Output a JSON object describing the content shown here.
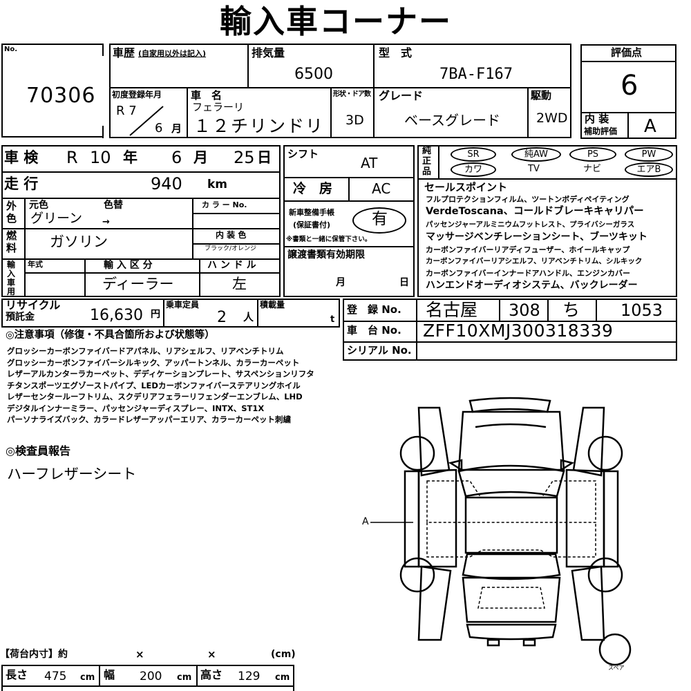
{
  "title": "輸入車コーナー",
  "stock": {
    "label": "No.",
    "number": "70306"
  },
  "history": {
    "label": "車歴",
    "sub": "(自家用以外は記入)"
  },
  "displacement": {
    "label": "排気量",
    "value": "6500"
  },
  "model_code": {
    "label": "型　式",
    "value": "7BA-F167"
  },
  "score": {
    "label": "評価点",
    "value": "6",
    "interior_label_1": "内 装",
    "interior_label_2": "補助評価",
    "interior_value": "A"
  },
  "first_reg": {
    "label": "初度登録年月",
    "era": "R 7",
    "month": "6",
    "month_unit": "月"
  },
  "car_name": {
    "label": "車　名",
    "maker": "フェラーリ",
    "model": "１２チリンドリ"
  },
  "body": {
    "label": "形状・ドア数",
    "value": "3D"
  },
  "grade": {
    "label": "グレード",
    "value": "ベースグレード"
  },
  "drive": {
    "label": "駆動",
    "value": "2WD"
  },
  "inspection": {
    "label": "車 検",
    "era": "R",
    "year": "10",
    "year_unit": "年",
    "month": "6",
    "month_unit": "月",
    "day": "25",
    "day_unit": "日"
  },
  "mileage": {
    "label": "走 行",
    "value": "940",
    "unit": "km"
  },
  "color": {
    "label_1": "外",
    "label_2": "色",
    "original_label": "元色",
    "change_label": "色替",
    "value": "グリーン",
    "arrow": "→",
    "code_label": "カ ラ ー No."
  },
  "fuel": {
    "label_1": "燃",
    "label_2": "料",
    "value": "ガソリン"
  },
  "interior_color": {
    "label": "内 装 色",
    "value": "ブラック/オレンジ"
  },
  "import": {
    "label_1": "輸",
    "label_2": "入",
    "label_3": "車",
    "label_4": "用",
    "year_label": "年式",
    "division_label": "輸 入 区 分",
    "division_value": "ディーラー",
    "handle_label": "ハ ン ド ル",
    "handle_value": "左"
  },
  "shift": {
    "label": "シフト",
    "value": "AT"
  },
  "ac": {
    "label": "冷　房",
    "value": "AC"
  },
  "warranty": {
    "label_1": "新車整備手帳",
    "label_2": "(保証書付)",
    "value": "有",
    "note": "※書類と一緒に保管下さい。"
  },
  "transfer": {
    "label": "譲渡書類有効期限",
    "month_unit": "月",
    "day_unit": "日"
  },
  "genuine": {
    "label_1": "純",
    "label_2": "正",
    "label_3": "品",
    "items": [
      "SR",
      "純AW",
      "PS",
      "PW",
      "カワ",
      "TV",
      "ナビ",
      "エアB"
    ]
  },
  "sales_point": {
    "label": "セールスポイント",
    "lines": [
      "フルプロテクションフィルム、ツートンボディペイティング",
      "VerdeToscana、コールドブレーキキャリパー",
      "パッセンジャーアルミニウムフットレスト、プライバシーガラス",
      "マッサージベンチレーションシート、ブーツキット",
      "カーボンファイバーリアディフューザー、ホイールキャップ",
      "カーボンファイバーリアシエルフ、リアベンチトリム、シルキック",
      "カーボンファイバーインナードアハンドル、エンジンカバー",
      "ハンエンドオーディオシステム、バックレーダー"
    ]
  },
  "recycle": {
    "label_1": "リサイクル",
    "label_2": "預託金",
    "value": "16,630",
    "unit": "円"
  },
  "capacity": {
    "label": "乗車定員",
    "value": "2",
    "unit": "人"
  },
  "load": {
    "label": "積載量",
    "unit": "t"
  },
  "registration": {
    "label": "登　録 No.",
    "city": "名古屋",
    "class": "308",
    "kana": "ち",
    "number": "1053"
  },
  "chassis": {
    "label": "車　台 No.",
    "value": "ZFF10XMJ300318339"
  },
  "serial": {
    "label": "シリアル No."
  },
  "notes": {
    "heading": "◎注意事項（修復・不具合箇所および状態等）",
    "lines": [
      "グロッシーカーボンファイバードアパネル、リアシェルフ、リアベンチトリム",
      "グロッシーカーボンファイバーシルキック、アッパートンネル、カラーカーペット",
      "レザーアルカンターラカーペット、デディケーションプレート、サスペンションリフタ",
      "チタンスポーツエグゾーストパイプ、LEDカーボンファイバーステアリングホイル",
      "レザーセンタールーフトリム、スクデリアフェラーリフェンダーエンブレム、LHD",
      "デジタルインナーミラー、パッセンジャーディスプレー、INTX、ST1X",
      "パーソナライズバック、カラードレザーアッパーエリア、カラーカーペット刺繍"
    ]
  },
  "inspector": {
    "heading": "◎検査員報告",
    "text": "ハーフレザーシート"
  },
  "diagram": {
    "marker": "A",
    "spare_label": "スペア"
  },
  "cargo": {
    "heading": "【荷台内寸】約",
    "x1": "×",
    "x2": "×",
    "unit": "(cm)",
    "length_label": "長さ",
    "length": "475",
    "width_label": "幅",
    "width": "200",
    "height_label": "高さ",
    "height": "129",
    "cm": "cm"
  }
}
